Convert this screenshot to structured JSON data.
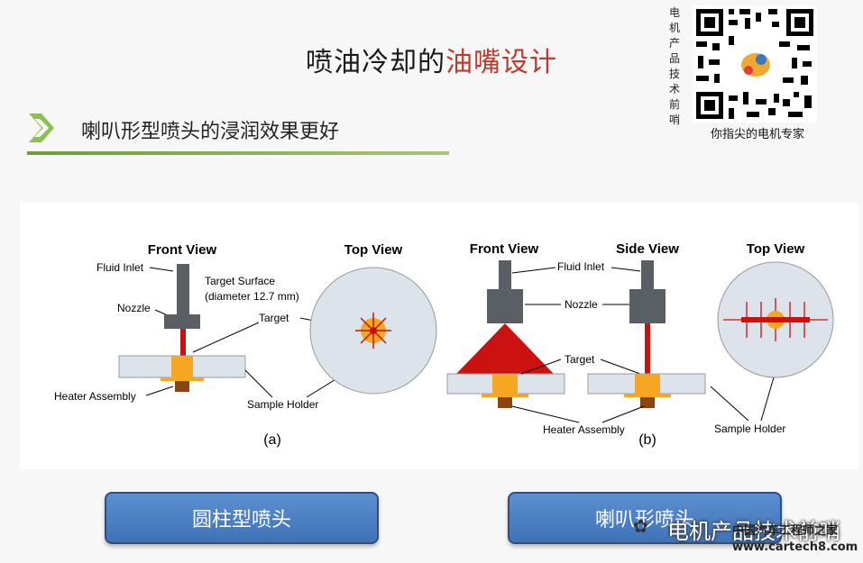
{
  "title": {
    "main": "喷油冷却的",
    "highlight": "油嘴设计"
  },
  "subtitle": "喇叭形型喷头的浸润效果更好",
  "qr": {
    "vertical_label": [
      "电",
      "机",
      "产",
      "品",
      "技",
      "术",
      "前",
      "哨"
    ],
    "caption": "你指尖的电机专家"
  },
  "diagram": {
    "a": {
      "front_view": "Front View",
      "top_view": "Top View",
      "fluid_inlet": "Fluid Inlet",
      "nozzle": "Nozzle",
      "target_surface": "Target Surface",
      "target_diameter": "(diameter 12.7 mm)",
      "target": "Target",
      "heater_assembly": "Heater Assembly",
      "sample_holder": "Sample Holder",
      "caption": "(a)"
    },
    "b": {
      "front_view": "Front View",
      "side_view": "Side View",
      "top_view": "Top View",
      "fluid_inlet": "Fluid Inlet",
      "nozzle": "Nozzle",
      "target": "Target",
      "heater_assembly": "Heater Assembly",
      "sample_holder": "Sample Holder",
      "caption": "(b)"
    }
  },
  "buttons": {
    "cylindrical": "圆柱型喷头",
    "horn": "喇叭形喷头"
  },
  "watermark": {
    "text": "电机产品技术前哨",
    "site_name": "中国汽车工程师之家",
    "site_url": "www.cartech8.com"
  },
  "colors": {
    "accent_red": "#c0392b",
    "nozzle_gray": "#5a5f66",
    "heater_orange": "#f5a623",
    "button_blue": "#4a7fc4"
  }
}
